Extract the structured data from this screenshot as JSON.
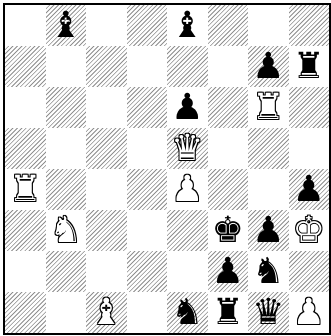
{
  "colors": {
    "light_square": "#ffffff",
    "dark_square_hatch": "#8e8e8e",
    "border": "#000000",
    "white_piece": "#ffffff",
    "black_piece": "#000000"
  },
  "board": {
    "orientation": "white-bottom",
    "ranks": [
      [
        {
          "square": "a8",
          "piece": null
        },
        {
          "square": "b8",
          "piece": {
            "color": "black",
            "type": "bishop",
            "icon": "black-bishop-icon",
            "glyph": "♝"
          }
        },
        {
          "square": "c8",
          "piece": null
        },
        {
          "square": "d8",
          "piece": null
        },
        {
          "square": "e8",
          "piece": {
            "color": "black",
            "type": "bishop",
            "icon": "black-bishop-icon",
            "glyph": "♝"
          }
        },
        {
          "square": "f8",
          "piece": null
        },
        {
          "square": "g8",
          "piece": null
        },
        {
          "square": "h8",
          "piece": null
        }
      ],
      [
        {
          "square": "a7",
          "piece": null
        },
        {
          "square": "b7",
          "piece": null
        },
        {
          "square": "c7",
          "piece": null
        },
        {
          "square": "d7",
          "piece": null
        },
        {
          "square": "e7",
          "piece": null
        },
        {
          "square": "f7",
          "piece": null
        },
        {
          "square": "g7",
          "piece": {
            "color": "black",
            "type": "pawn",
            "icon": "black-pawn-icon",
            "glyph": "♟"
          }
        },
        {
          "square": "h7",
          "piece": {
            "color": "black",
            "type": "rook",
            "icon": "black-rook-icon",
            "glyph": "♜"
          }
        }
      ],
      [
        {
          "square": "a6",
          "piece": null
        },
        {
          "square": "b6",
          "piece": null
        },
        {
          "square": "c6",
          "piece": null
        },
        {
          "square": "d6",
          "piece": null
        },
        {
          "square": "e6",
          "piece": {
            "color": "black",
            "type": "pawn",
            "icon": "black-pawn-icon",
            "glyph": "♟"
          }
        },
        {
          "square": "f6",
          "piece": null
        },
        {
          "square": "g6",
          "piece": {
            "color": "white",
            "type": "rook",
            "icon": "white-rook-icon",
            "glyph": "♜"
          }
        },
        {
          "square": "h6",
          "piece": null
        }
      ],
      [
        {
          "square": "a5",
          "piece": null
        },
        {
          "square": "b5",
          "piece": null
        },
        {
          "square": "c5",
          "piece": null
        },
        {
          "square": "d5",
          "piece": null
        },
        {
          "square": "e5",
          "piece": {
            "color": "white",
            "type": "queen",
            "icon": "white-queen-icon",
            "glyph": "♛"
          }
        },
        {
          "square": "f5",
          "piece": null
        },
        {
          "square": "g5",
          "piece": null
        },
        {
          "square": "h5",
          "piece": null
        }
      ],
      [
        {
          "square": "a4",
          "piece": {
            "color": "white",
            "type": "rook",
            "icon": "white-rook-icon",
            "glyph": "♜"
          }
        },
        {
          "square": "b4",
          "piece": null
        },
        {
          "square": "c4",
          "piece": null
        },
        {
          "square": "d4",
          "piece": null
        },
        {
          "square": "e4",
          "piece": {
            "color": "white",
            "type": "pawn",
            "icon": "white-pawn-icon",
            "glyph": "♟"
          }
        },
        {
          "square": "f4",
          "piece": null
        },
        {
          "square": "g4",
          "piece": null
        },
        {
          "square": "h4",
          "piece": {
            "color": "black",
            "type": "pawn",
            "icon": "black-pawn-icon",
            "glyph": "♟"
          }
        }
      ],
      [
        {
          "square": "a3",
          "piece": null
        },
        {
          "square": "b3",
          "piece": {
            "color": "white",
            "type": "knight",
            "icon": "white-knight-icon",
            "glyph": "♞"
          }
        },
        {
          "square": "c3",
          "piece": null
        },
        {
          "square": "d3",
          "piece": null
        },
        {
          "square": "e3",
          "piece": null
        },
        {
          "square": "f3",
          "piece": {
            "color": "black",
            "type": "king",
            "icon": "black-king-icon",
            "glyph": "♚"
          }
        },
        {
          "square": "g3",
          "piece": {
            "color": "black",
            "type": "pawn",
            "icon": "black-pawn-icon",
            "glyph": "♟"
          }
        },
        {
          "square": "h3",
          "piece": {
            "color": "white",
            "type": "king",
            "icon": "white-king-icon",
            "glyph": "♚"
          }
        }
      ],
      [
        {
          "square": "a2",
          "piece": null
        },
        {
          "square": "b2",
          "piece": null
        },
        {
          "square": "c2",
          "piece": null
        },
        {
          "square": "d2",
          "piece": null
        },
        {
          "square": "e2",
          "piece": null
        },
        {
          "square": "f2",
          "piece": {
            "color": "black",
            "type": "pawn",
            "icon": "black-pawn-icon",
            "glyph": "♟"
          }
        },
        {
          "square": "g2",
          "piece": {
            "color": "black",
            "type": "knight",
            "icon": "black-knight-icon",
            "glyph": "♞"
          }
        },
        {
          "square": "h2",
          "piece": null
        }
      ],
      [
        {
          "square": "a1",
          "piece": null
        },
        {
          "square": "b1",
          "piece": null
        },
        {
          "square": "c1",
          "piece": {
            "color": "white",
            "type": "bishop",
            "icon": "white-bishop-icon",
            "glyph": "♝"
          }
        },
        {
          "square": "d1",
          "piece": null
        },
        {
          "square": "e1",
          "piece": {
            "color": "black",
            "type": "knight",
            "icon": "black-knight-icon",
            "glyph": "♞"
          }
        },
        {
          "square": "f1",
          "piece": {
            "color": "black",
            "type": "rook",
            "icon": "black-rook-icon",
            "glyph": "♜"
          }
        },
        {
          "square": "g1",
          "piece": {
            "color": "black",
            "type": "queen",
            "icon": "black-queen-icon",
            "glyph": "♛"
          }
        },
        {
          "square": "h1",
          "piece": {
            "color": "white",
            "type": "pawn",
            "icon": "white-pawn-icon",
            "glyph": "♟"
          }
        }
      ]
    ]
  }
}
